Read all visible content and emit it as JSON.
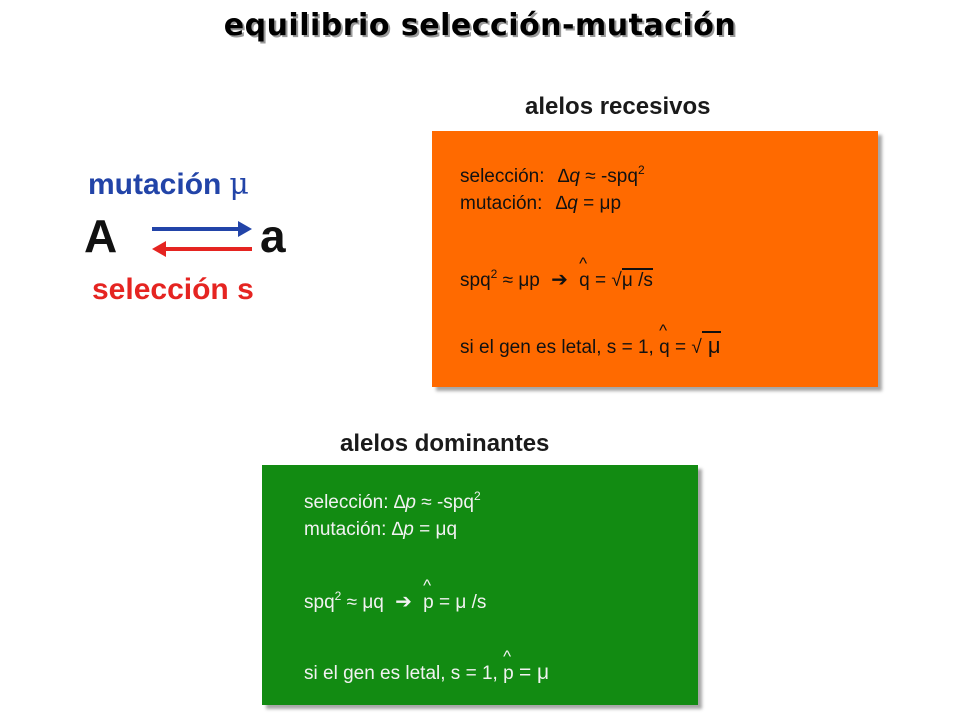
{
  "title": "equilibrio selección-mutación",
  "diagram": {
    "mutation_label": "mutación",
    "mutation_symbol": "μ",
    "allele_A": "A",
    "allele_a": "a",
    "selection_label": "selección s",
    "colors": {
      "mutation": "#2244a8",
      "selection": "#e52421"
    }
  },
  "recessive": {
    "heading": "alelos recesivos",
    "box_color": "#ff6a00",
    "sel_label": "selección:",
    "sel_delta": "∆q",
    "sel_approx": "≈ -spq",
    "sel_exp": "2",
    "mut_label": "mutación:",
    "mut_delta": "∆q",
    "mut_eq": "= μp",
    "eq_lhs": "spq",
    "eq_lhs_exp": "2",
    "eq_rhs": "≈ μp",
    "eq_arrow": "➔",
    "eq_var": "q",
    "eq_hat": "^",
    "eq_equals": "= √",
    "eq_root": "μ /s",
    "letal_text": "si el gen es letal,  s = 1,",
    "letal_var": "q",
    "letal_hat": "^",
    "letal_equals": "= √",
    "letal_root": " μ  "
  },
  "dominant": {
    "heading": "alelos dominantes",
    "box_color": "#128b12",
    "sel_label": "selección:",
    "sel_delta": "∆p",
    "sel_approx": "≈  -spq",
    "sel_exp": "2",
    "mut_label": "mutación:",
    "mut_delta": "∆p",
    "mut_eq": "= μq",
    "eq_lhs": "spq",
    "eq_lhs_exp": "2",
    "eq_rhs": "≈ μq",
    "eq_arrow": "➔",
    "eq_var": "p",
    "eq_hat": "^",
    "eq_tail": "= μ /s",
    "letal_text": "si el gen es letal,  s = 1,",
    "letal_var": "p",
    "letal_hat": "^",
    "letal_tail": "= μ"
  }
}
